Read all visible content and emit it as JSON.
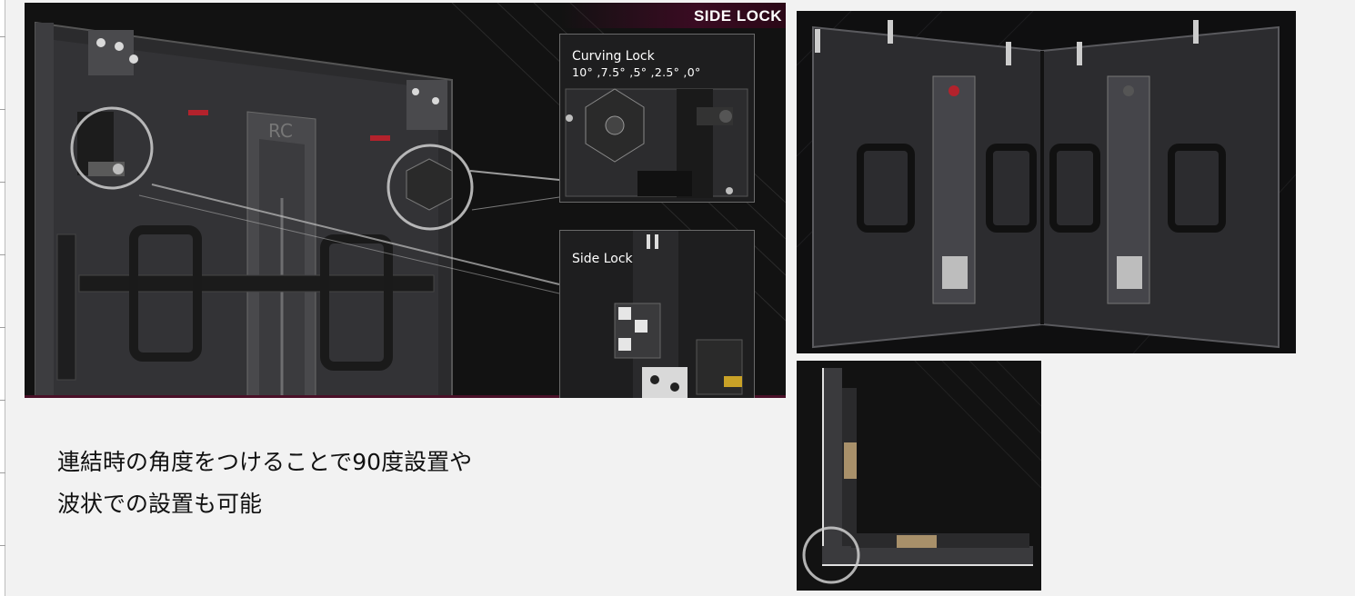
{
  "main_image": {
    "title": "SIDE LOCK",
    "curving_lock": {
      "label": "Curving Lock",
      "angles": "10° ,7.5° ,5° ,2.5° ,0°"
    },
    "side_lock": {
      "label": "Side Lock"
    },
    "panel_logo": "RC"
  },
  "caption": {
    "line1": "連結時の角度をつけることで90度設置や",
    "line2": "波状での設置も可能"
  },
  "colors": {
    "background": "#f2f2f2",
    "photo_dark": "#121212",
    "banner_accent": "#3a0b22",
    "panel_metal": "#3a3a3d",
    "highlight_ring": "#cfcfcf"
  }
}
